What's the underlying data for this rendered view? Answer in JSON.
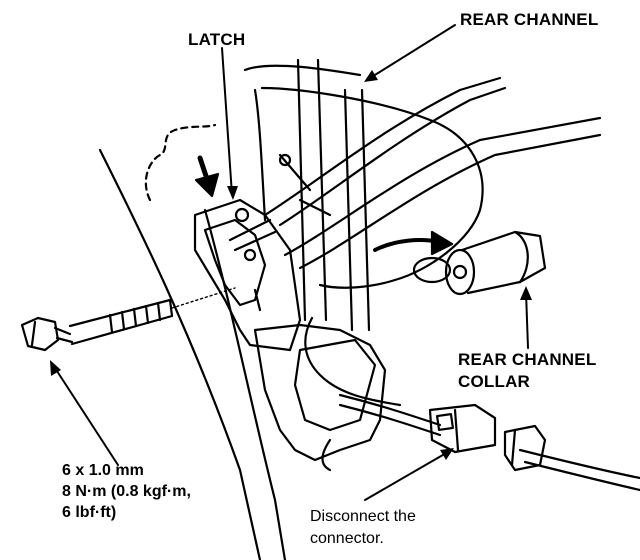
{
  "labels": {
    "latch": "LATCH",
    "rear_channel": "REAR CHANNEL",
    "rear_channel_collar_line1": "REAR CHANNEL",
    "rear_channel_collar_line2": "COLLAR",
    "bolt_size": "6 x 1.0 mm",
    "torque_line1": "8 N·m (0.8 kgf·m,",
    "torque_line2": "6 lbf·ft)",
    "disconnect_line1": "Disconnect the",
    "disconnect_line2": "connector."
  },
  "icons": [
    "bolt-icon",
    "latch-icon",
    "connector-icon",
    "collar-icon",
    "pointer-arrow-icon"
  ],
  "colors": {
    "ink": "#000000",
    "paper": "#ffffff"
  }
}
